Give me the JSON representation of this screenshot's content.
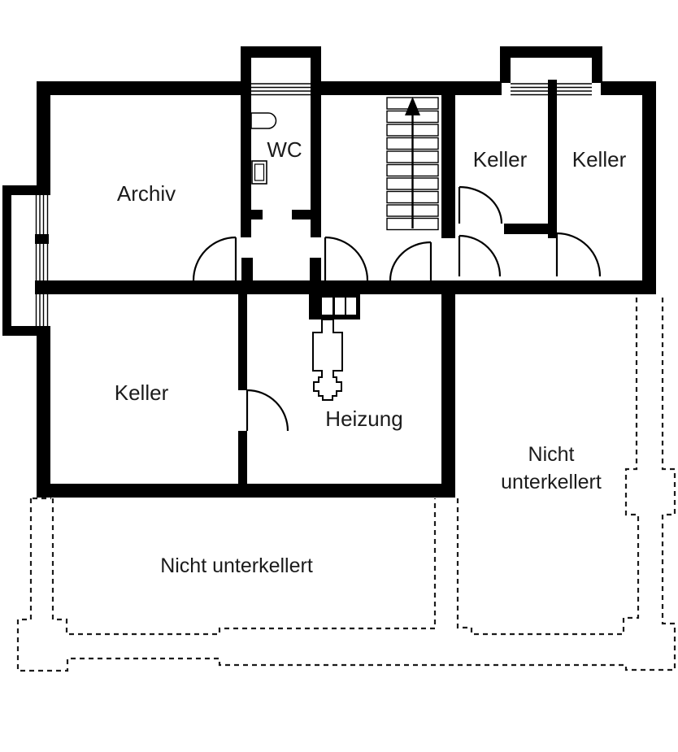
{
  "colors": {
    "wall": "#000000",
    "background": "#ffffff",
    "ink": "#1b1b1b"
  },
  "rooms": [
    {
      "id": "archiv",
      "label": "Archiv"
    },
    {
      "id": "wc",
      "label": "WC"
    },
    {
      "id": "keller-top-left",
      "label": "Keller"
    },
    {
      "id": "keller-top-right",
      "label": "Keller"
    },
    {
      "id": "keller-bottom",
      "label": "Keller"
    },
    {
      "id": "heizung",
      "label": "Heizung"
    }
  ],
  "areas": [
    {
      "id": "nicht-unterkellert-bottom",
      "label": "Nicht unterkellert"
    },
    {
      "id": "nicht-unterkellert-right",
      "line1": "Nicht",
      "line2": "unterkellert"
    }
  ],
  "symbols": {
    "stairs_direction": "up"
  }
}
